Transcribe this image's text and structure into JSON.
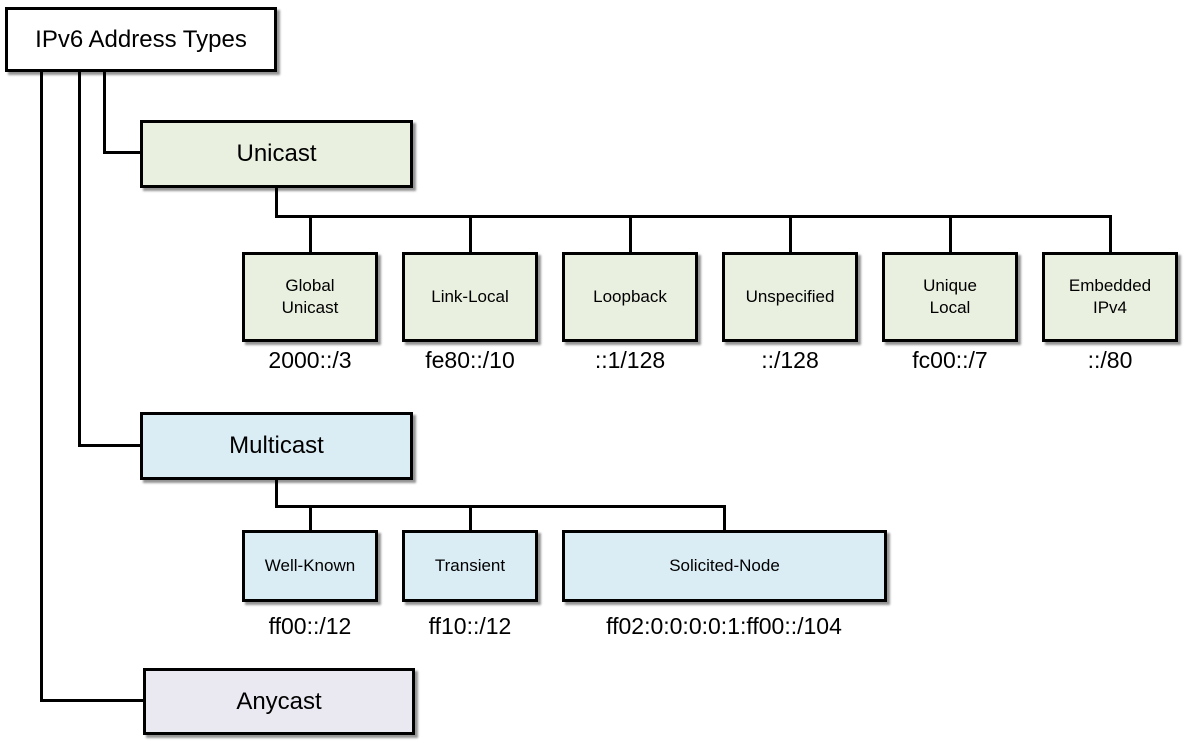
{
  "diagram": {
    "root_label": "IPv6 Address Types",
    "colors": {
      "line": "#000000",
      "root_fill": "#ffffff"
    },
    "branches": {
      "unicast": {
        "label": "Unicast",
        "fill": "#e9f0df",
        "children": [
          {
            "name": "Global\nUnicast",
            "prefix": "2000::/3"
          },
          {
            "name": "Link-Local",
            "prefix": "fe80::/10"
          },
          {
            "name": "Loopback",
            "prefix": "::1/128"
          },
          {
            "name": "Unspecified",
            "prefix": "::/128"
          },
          {
            "name": "Unique\nLocal",
            "prefix": "fc00::/7"
          },
          {
            "name": "Embedded\nIPv4",
            "prefix": "::/80"
          }
        ]
      },
      "multicast": {
        "label": "Multicast",
        "fill": "#daecf4",
        "children": [
          {
            "name": "Well-Known",
            "prefix": "ff00::/12"
          },
          {
            "name": "Transient",
            "prefix": "ff10::/12"
          },
          {
            "name": "Solicited-Node",
            "prefix": "ff02:0:0:0:0:1:ff00::/104"
          }
        ]
      },
      "anycast": {
        "label": "Anycast",
        "fill": "#eae8f0"
      }
    }
  }
}
